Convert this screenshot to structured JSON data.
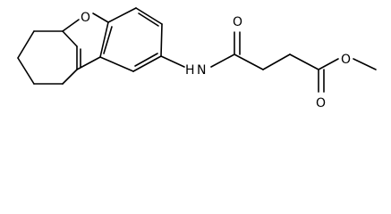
{
  "molecule": {
    "atoms": {
      "furan_oxygen": "O",
      "amide_nitrogen_h": "H",
      "amide_nitrogen_n": "N",
      "amide_carbonyl_oxygen": "O",
      "ester_carbonyl_oxygen": "O",
      "ester_alkoxy_oxygen": "O"
    }
  }
}
